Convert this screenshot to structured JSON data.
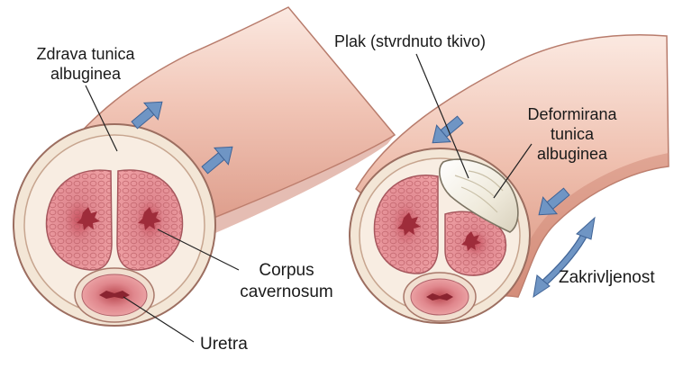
{
  "labels": {
    "healthy_tunica_line1": "Zdrava tunica",
    "healthy_tunica_line2": "albuginea",
    "corpus_line1": "Corpus",
    "corpus_line2": "cavernosum",
    "urethra": "Uretra",
    "plaque": "Plak (stvrdnuto tkivo)",
    "deformed_line1": "Deformirana",
    "deformed_line2": "tunica",
    "deformed_line3": "albuginea",
    "curvature": "Zakrivljenost"
  },
  "colors": {
    "skin_light": "#f6dcd2",
    "skin_mid": "#ecb3a3",
    "skin_dark": "#d48e7d",
    "tunica": "#f3e6d6",
    "tissue": "#e58c94",
    "tissue_dark": "#c0535f",
    "plaque": "#f4f1e6",
    "arrow": "#6f95c4"
  }
}
